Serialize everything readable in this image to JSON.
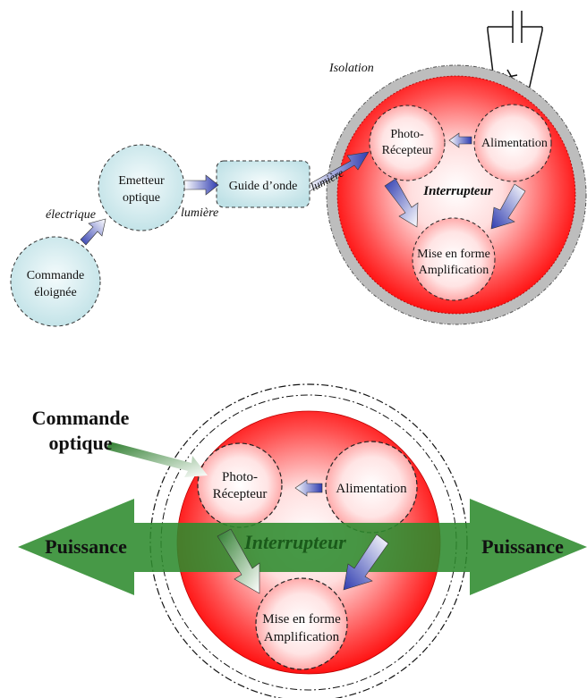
{
  "top": {
    "isolation": "Isolation",
    "commande_eloignee": [
      "Commande",
      "éloignée"
    ],
    "emetteur_optique": [
      "Emetteur",
      "optique"
    ],
    "electrique": "électrique",
    "lumiere_1": "lumière",
    "guide_onde": "Guide d’onde",
    "lumiere_2": "lumière",
    "photo_recepteur": [
      "Photo-",
      "Récepteur"
    ],
    "alimentation": "Alimentation",
    "interrupteur": "Interrupteur",
    "mise_en_forme": [
      "Mise en forme",
      "Amplification"
    ]
  },
  "bottom": {
    "commande_optique": [
      "Commande",
      "optique"
    ],
    "photo_recepteur": [
      "Photo-",
      "Récepteur"
    ],
    "alimentation": "Alimentation",
    "interrupteur": "Interrupteur",
    "puissance_left": "Puissance",
    "puissance_right": "Puissance",
    "mise_en_forme": [
      "Mise en forme",
      "Amplification"
    ]
  },
  "colors": {
    "sphere_red": "#ff0000",
    "node_teal": "#cfe8ec",
    "arrow_blue": "#3a46b8",
    "power_green": "#2e8b2e",
    "insulation_grey": "#bdbdbd"
  }
}
